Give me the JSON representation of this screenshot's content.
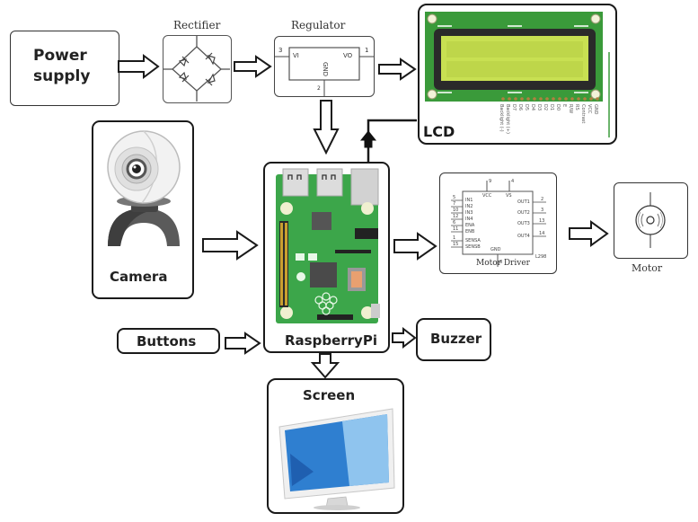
{
  "diagram": {
    "type": "block-diagram",
    "blocks": {
      "power_supply": {
        "label_line1": "Power",
        "label_line2": "supply"
      },
      "rectifier": {
        "label": "Rectifier"
      },
      "regulator": {
        "label": "Regulator",
        "pins": {
          "left_num": "3",
          "right_num": "1",
          "vi": "VI",
          "vo": "VO",
          "gnd": "GND",
          "bottom_num": "2"
        }
      },
      "lcd": {
        "label": "LCD",
        "pins": [
          "Backlight (-)",
          "Backlight (+)",
          "D7",
          "D6",
          "D5",
          "D4",
          "D3",
          "D2",
          "D1",
          "D0",
          "E",
          "R/W",
          "RS",
          "Contrast",
          "VCC",
          "GND"
        ]
      },
      "camera": {
        "label": "Camera"
      },
      "raspberry_pi": {
        "label": "RaspberryPi"
      },
      "motor_driver": {
        "label": "Motor Driver",
        "pins_left": [
          "IN1",
          "IN2",
          "IN3",
          "IN4",
          "ENA",
          "ENB",
          "SENSA",
          "SENSB"
        ],
        "pins_left_nums": [
          "5",
          "7",
          "10",
          "12",
          "6",
          "11",
          "1",
          "15"
        ],
        "pins_top": [
          "VCC",
          "VS"
        ],
        "pins_top_nums": [
          "9",
          "4"
        ],
        "pins_right": [
          "OUT1",
          "OUT2",
          "OUT3",
          "OUT4"
        ],
        "pins_right_nums": [
          "2",
          "3",
          "13",
          "14"
        ],
        "bottom": "GND",
        "bottom_num": "8",
        "part": "L298"
      },
      "motor": {
        "label": "Motor"
      },
      "buttons": {
        "label": "Buttons"
      },
      "buzzer": {
        "label": "Buzzer"
      },
      "screen": {
        "label": "Screen"
      }
    },
    "connections": [
      {
        "from": "Power supply",
        "to": "Rectifier"
      },
      {
        "from": "Rectifier",
        "to": "Regulator"
      },
      {
        "from": "Regulator",
        "to": "LCD"
      },
      {
        "from": "Regulator",
        "to": "RaspberryPi"
      },
      {
        "from": "RaspberryPi",
        "to": "LCD"
      },
      {
        "from": "Camera",
        "to": "RaspberryPi"
      },
      {
        "from": "RaspberryPi",
        "to": "Motor Driver"
      },
      {
        "from": "Motor Driver",
        "to": "Motor"
      },
      {
        "from": "Buttons",
        "to": "RaspberryPi"
      },
      {
        "from": "RaspberryPi",
        "to": "Buzzer"
      },
      {
        "from": "RaspberryPi",
        "to": "Screen"
      }
    ],
    "colors": {
      "pcb_green": "#3a9a3a",
      "lcd_screen": "#c8e052",
      "lcd_bezel": "#2a2a2a",
      "screen_blue": "#2f7fd0",
      "outline": "#1a1a1a"
    }
  }
}
